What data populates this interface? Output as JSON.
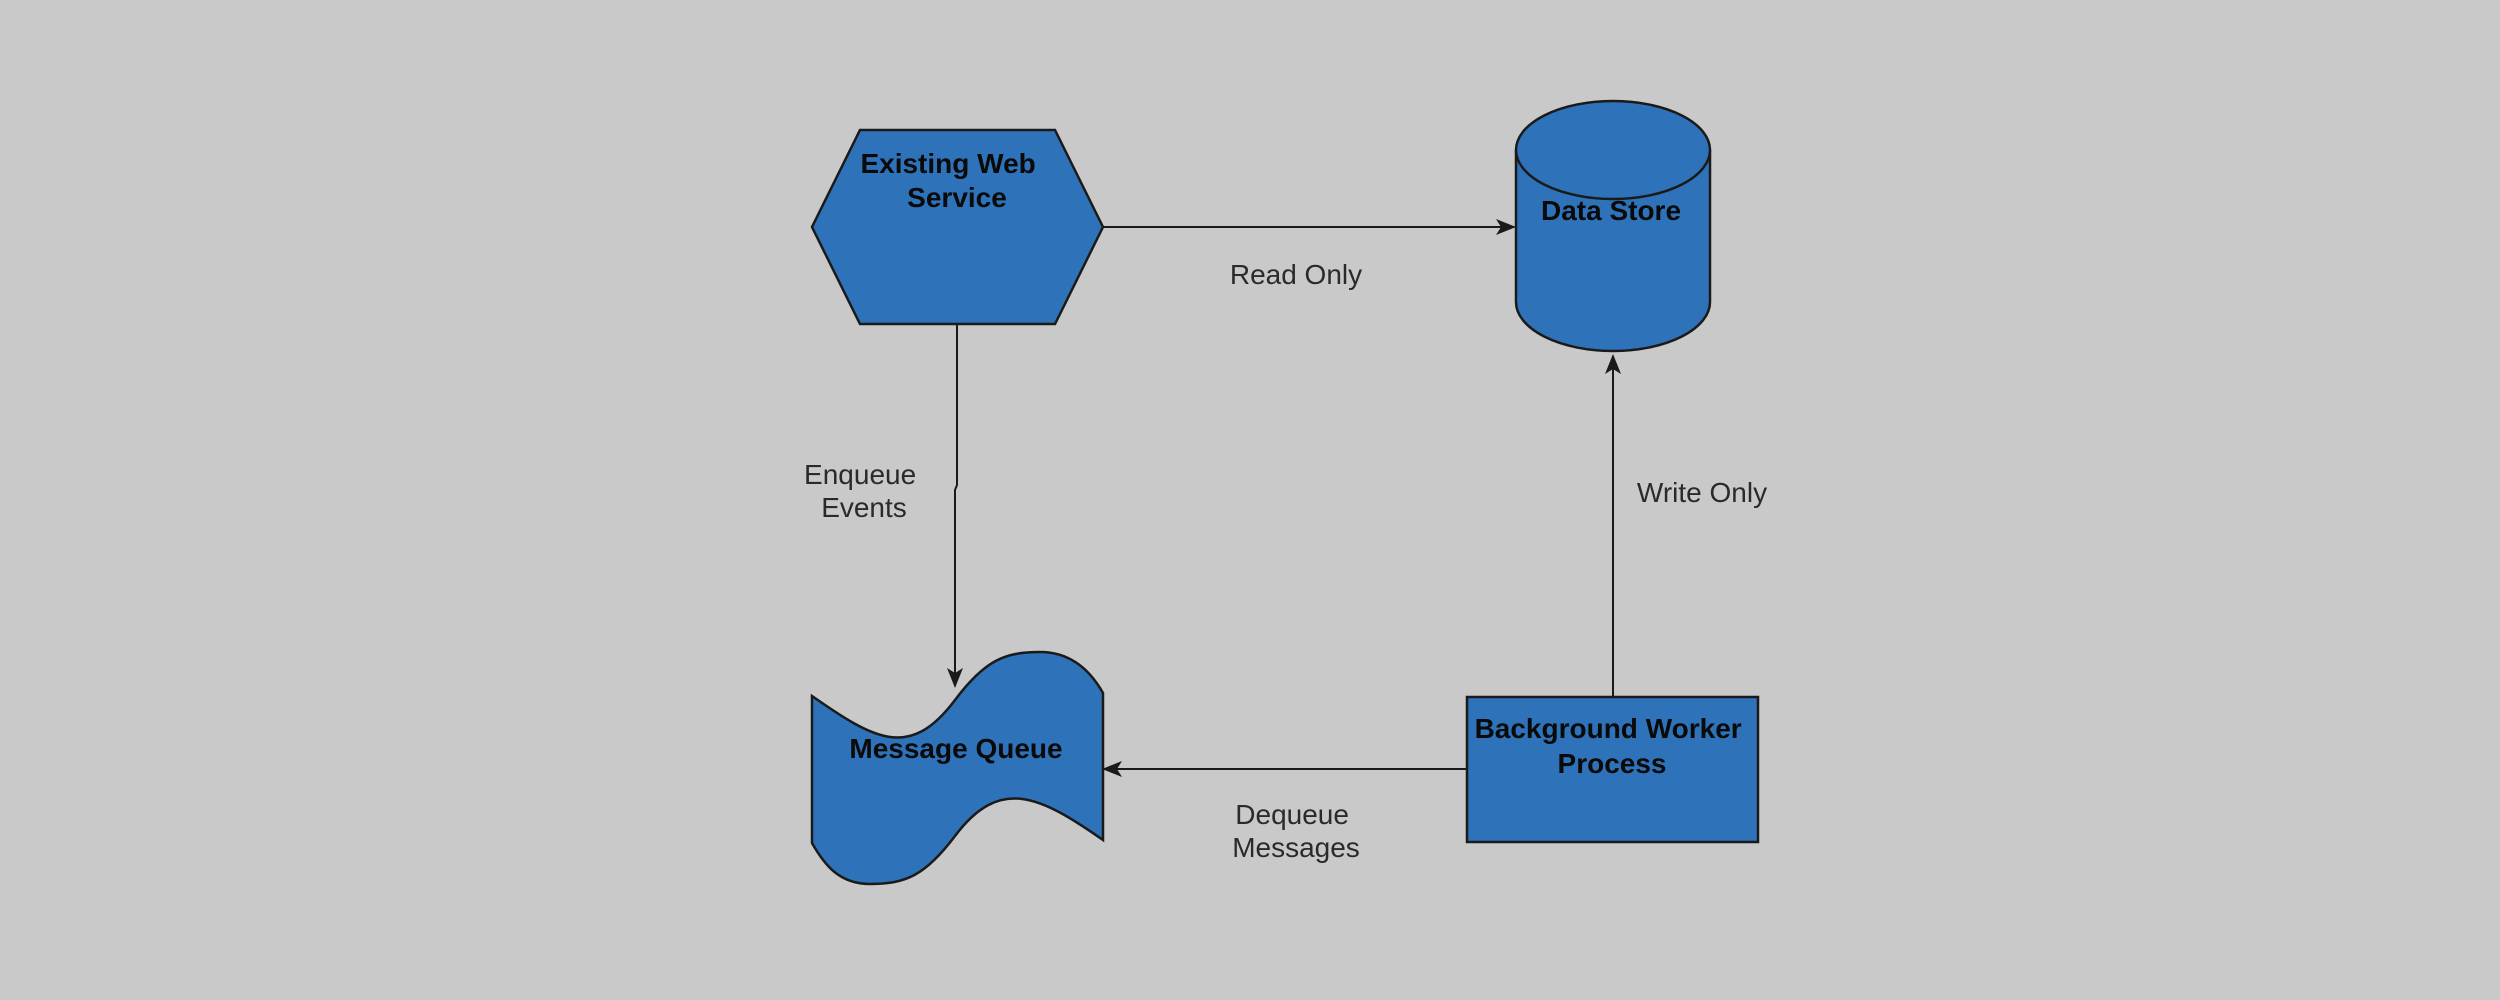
{
  "colors": {
    "background": "#c9c9c9",
    "node_fill": "#2e73b9",
    "node_stroke": "#1a1a1a",
    "edge": "#1a1a1a",
    "label_text": "#2a2a2a"
  },
  "nodes": {
    "web_service": {
      "shape": "hexagon",
      "lines": [
        "Existing Web",
        "Service"
      ]
    },
    "data_store": {
      "shape": "cylinder",
      "lines": [
        "Data Store"
      ]
    },
    "message_queue": {
      "shape": "tape",
      "lines": [
        "Message Queue"
      ]
    },
    "worker": {
      "shape": "rectangle",
      "lines": [
        "Background Worker",
        "Process"
      ]
    }
  },
  "edges": {
    "read_only": {
      "from": "Existing Web Service",
      "to": "Data Store",
      "lines": [
        "Read Only"
      ]
    },
    "enqueue": {
      "from": "Existing Web Service",
      "to": "Message Queue",
      "lines": [
        "Enqueue",
        "Events"
      ]
    },
    "write_only": {
      "from": "Background Worker Process",
      "to": "Data Store",
      "lines": [
        "Write Only"
      ]
    },
    "dequeue": {
      "from": "Background Worker Process",
      "to": "Message Queue",
      "lines": [
        "Dequeue",
        "Messages"
      ]
    }
  }
}
